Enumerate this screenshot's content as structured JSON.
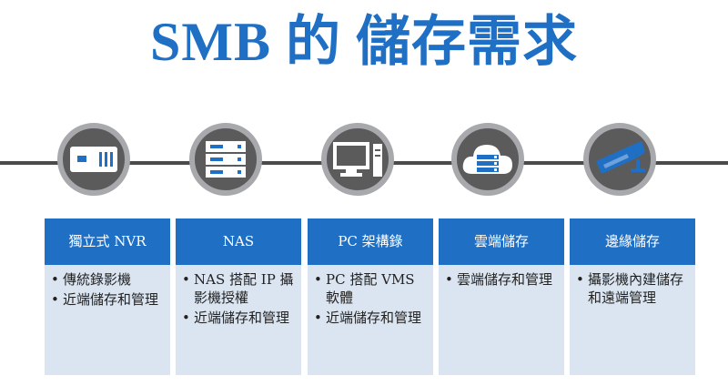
{
  "title": "SMB 的 儲存需求",
  "colors": {
    "accent": "#1f6fc5",
    "card_body": "#dbe5f1",
    "circle": "#5b5b5b",
    "circle_ring": "#a7a9ac",
    "line": "#4a4a4a"
  },
  "items": [
    {
      "icon": "nvr-icon",
      "header": "獨立式 NVR",
      "bullets": [
        "傳統錄影機",
        "近端儲存和管理"
      ]
    },
    {
      "icon": "nas-server-icon",
      "header": "NAS",
      "bullets": [
        "NAS 搭配 IP 攝影機授權",
        "近端儲存和管理"
      ]
    },
    {
      "icon": "pc-monitor-icon",
      "header": "PC 架構錄",
      "bullets": [
        "PC 搭配 VMS 軟體",
        "近端儲存和管理"
      ]
    },
    {
      "icon": "cloud-storage-icon",
      "header": "雲端儲存",
      "bullets": [
        "雲端儲存和管理"
      ]
    },
    {
      "icon": "security-camera-icon",
      "header": "邊緣儲存",
      "bullets": [
        "攝影機內建儲存和遠端管理"
      ]
    }
  ]
}
